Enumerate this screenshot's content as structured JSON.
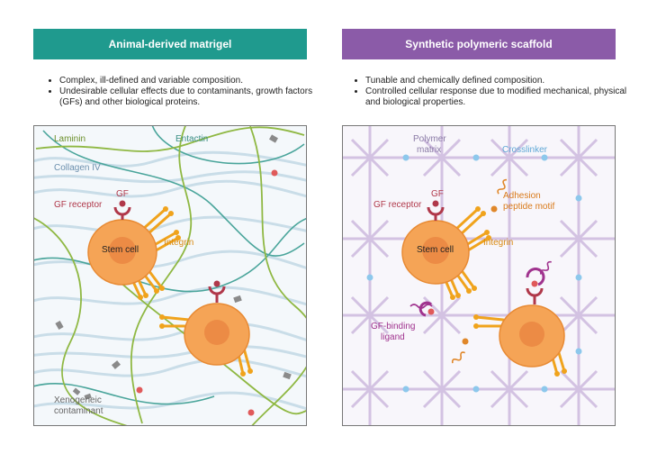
{
  "left": {
    "title": "Animal-derived matrigel",
    "bullets": [
      "Complex, ill-defined and variable composition.",
      "Undesirable cellular effects due to contaminants, growth factors (GFs) and other biological proteins."
    ],
    "labels": {
      "laminin": "Laminin",
      "entactin": "Entactin",
      "collagen": "Collagen IV",
      "gf": "GF",
      "gf_receptor": "GF receptor",
      "integrin": "Integrin",
      "stem_cell": "Stem cell",
      "xeno_1": "Xenogeneic",
      "xeno_2": "contaminant"
    }
  },
  "right": {
    "title": "Synthetic polymeric scaffold",
    "bullets": [
      "Tunable and chemically defined composition.",
      "Controlled cellular response due to modified mechanical, physical and biological properties."
    ],
    "labels": {
      "polymer_1": "Polymer",
      "polymer_2": "matrix",
      "crosslinker": "Crosslinker",
      "gf": "GF",
      "gf_receptor": "GF receptor",
      "adhesion_1": "Adhesion",
      "adhesion_2": "peptide motif",
      "integrin": "Integrin",
      "stem_cell": "Stem cell",
      "gfb_1": "GF-binding",
      "gfb_2": "ligand"
    }
  },
  "colors": {
    "teal": "#1f9a8e",
    "purple": "#8b5ba8",
    "laminin": "#8fb843",
    "entactin": "#4aa59b",
    "collagen": "#c9dde8",
    "cell": "#f5a456",
    "integrin": "#f0a31c",
    "receptor": "#b0384a",
    "polymer": "#d3c2e2",
    "crosslinker": "#8dc8ec",
    "ligand": "#a0338e"
  }
}
